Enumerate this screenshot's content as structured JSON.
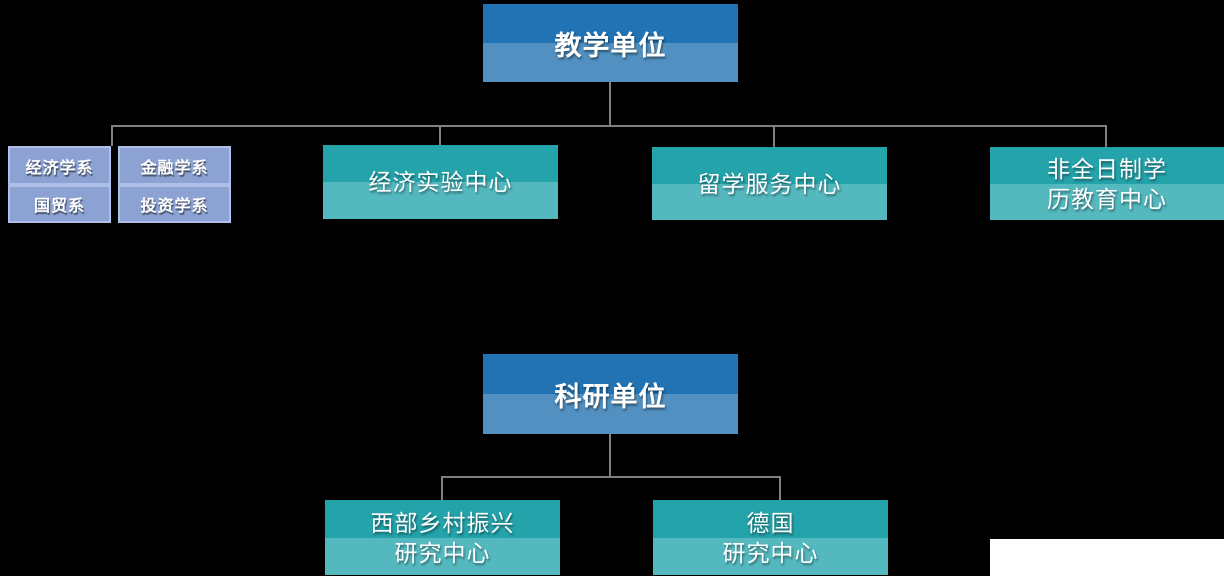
{
  "colors": {
    "background": "#000000",
    "header-top": "#2173B3",
    "header-bottom": "#5190C1",
    "teal-top": "#24A3AA",
    "teal-bottom": "#54B9BF",
    "dept-fill": "#8CA2D3",
    "dept-border": "#AEC0E6",
    "connector": "#7F7F7F",
    "text": "#FFFFFF",
    "overlay": "#FFFFFF"
  },
  "teaching": {
    "title": "教学单位",
    "departments": [
      "经济学系",
      "金融学系",
      "国贸系",
      "投资学系"
    ],
    "centers": [
      {
        "lines": [
          "经济实验中心"
        ]
      },
      {
        "lines": [
          "留学服务中心"
        ]
      },
      {
        "lines": [
          "非全日制学",
          "历教育中心"
        ]
      }
    ]
  },
  "research": {
    "title": "科研单位",
    "centers": [
      {
        "lines": [
          "西部乡村振兴",
          "研究中心"
        ]
      },
      {
        "lines": [
          "德国",
          "研究中心"
        ]
      }
    ]
  }
}
